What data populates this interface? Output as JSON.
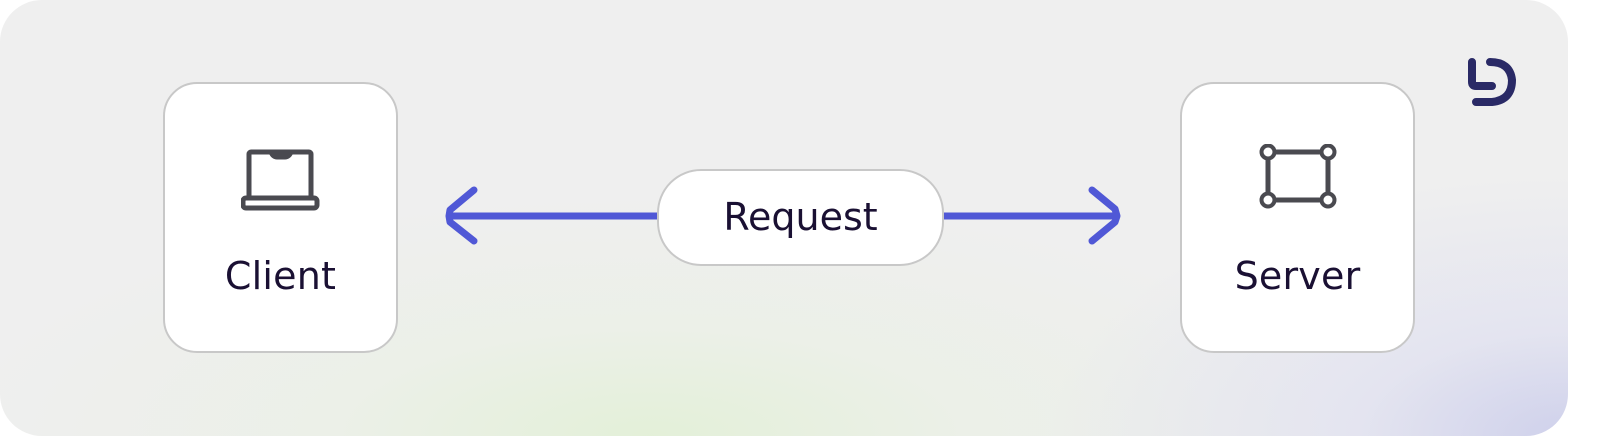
{
  "diagram": {
    "client": {
      "label": "Client",
      "icon": "laptop-icon"
    },
    "server": {
      "label": "Server",
      "icon": "server-nodes-icon"
    },
    "connection": {
      "label": "Request",
      "direction": "bidirectional"
    },
    "logo": {
      "icon": "brand-logo-icon"
    }
  },
  "colors": {
    "accent": "#5058d6",
    "icon_stroke": "#4a4a50",
    "text": "#1a1033",
    "border": "#c8c8c8",
    "logo": "#2a2a66"
  }
}
